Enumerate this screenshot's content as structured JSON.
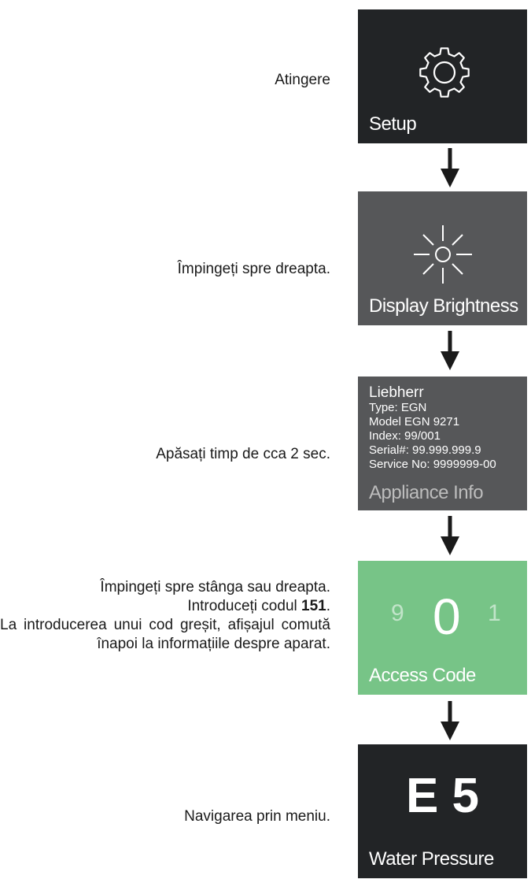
{
  "steps": [
    {
      "instruction": "Atingere",
      "screen_label": "Setup"
    },
    {
      "instruction": "Împingeți spre dreapta.",
      "screen_label": "Display Brightness"
    },
    {
      "instruction": "Apăsați timp de cca 2 sec.",
      "screen_label": "Appliance Info",
      "info": {
        "brand": "Liebherr",
        "lines": [
          "Type: EGN",
          "Model EGN 9271",
          "Index: 99/001",
          "Serial#: 99.999.999.9",
          "Service No: 9999999-00"
        ]
      }
    },
    {
      "instruction_lines": [
        "Împingeți spre stânga sau dreapta.",
        "Introduceți codul ",
        "151",
        ".",
        "La introducerea unui cod greșit, afișajul comută înapoi la informațiile despre aparat."
      ],
      "screen_label": "Access Code",
      "digits": {
        "prev": "9",
        "current": "0",
        "next": "1"
      }
    },
    {
      "instruction": "Navigarea prin meniu.",
      "screen_label": "Water Pressure",
      "code": "E 5"
    }
  ],
  "colors": {
    "dark_screen": "#222426",
    "grey_screen": "#565759",
    "green_screen": "#77c487"
  },
  "icons": [
    "gear-icon",
    "sun-icon",
    "arrow-down-icon"
  ]
}
